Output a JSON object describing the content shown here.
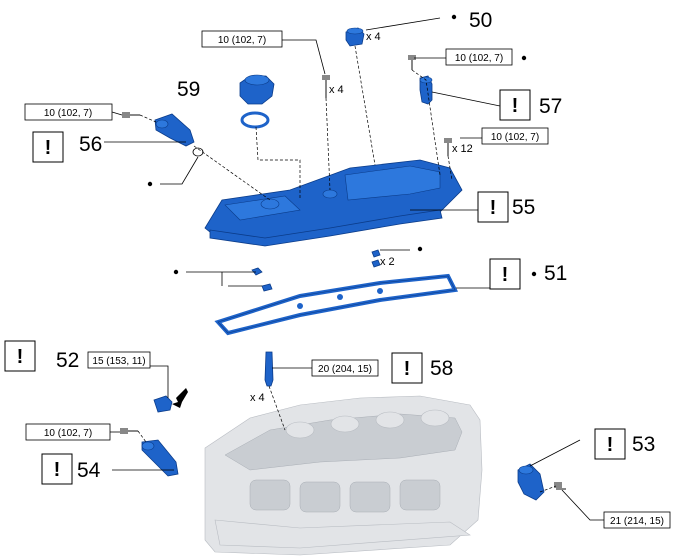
{
  "callouts": {
    "n50": "50",
    "n51": "51",
    "n52": "52",
    "n53": "53",
    "n54": "54",
    "n55": "55",
    "n56": "56",
    "n57": "57",
    "n58": "58",
    "n59": "59"
  },
  "torque": {
    "t_top": "10 (102, 7)",
    "t_57": "10 (102, 7)",
    "t_56": "10 (102, 7)",
    "t_cover": "10 (102, 7)",
    "t_52": "15 (153, 11)",
    "t_58": "20 (204, 15)",
    "t_54": "10 (102, 7)",
    "t_53": "21 (214, 15)"
  },
  "quantities": {
    "q50": "x 4",
    "q_bolt": "x 4",
    "q_cover": "x 12",
    "q_small": "x 2",
    "q58": "x 4"
  },
  "caution_mark": "!",
  "colors": {
    "part_blue": "#1e63c9",
    "head_gray": "#e2e4e7"
  }
}
